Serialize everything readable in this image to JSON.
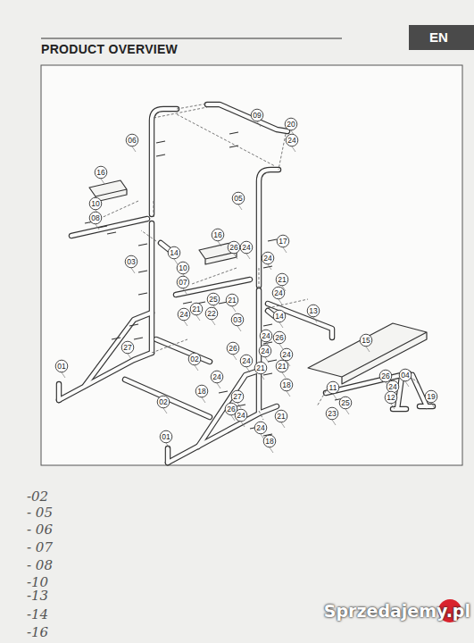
{
  "diagram": {
    "title": "PRODUCT OVERVIEW",
    "labels": [
      "EN",
      "09",
      "20",
      "24",
      "06",
      "16",
      "10",
      "08",
      "05",
      "16",
      "26",
      "24",
      "17",
      "14",
      "24",
      "03",
      "10",
      "07",
      "21",
      "24",
      "21",
      "21",
      "25",
      "24",
      "22",
      "14",
      "13",
      "03",
      "24",
      "26",
      "15",
      "27",
      "26",
      "24",
      "24",
      "21",
      "24",
      "21",
      "02",
      "01",
      "26",
      "04",
      "24",
      "11",
      "12",
      "19",
      "18",
      "25",
      "23",
      "24",
      "18",
      "02",
      "27",
      "26",
      "24",
      "21",
      "24",
      "18",
      "01",
      "-02",
      "- 05",
      "- 06",
      "- 07",
      "- 08",
      "-10",
      "-13",
      "-14",
      "-16",
      "Sprzedajemy.pl"
    ]
  }
}
